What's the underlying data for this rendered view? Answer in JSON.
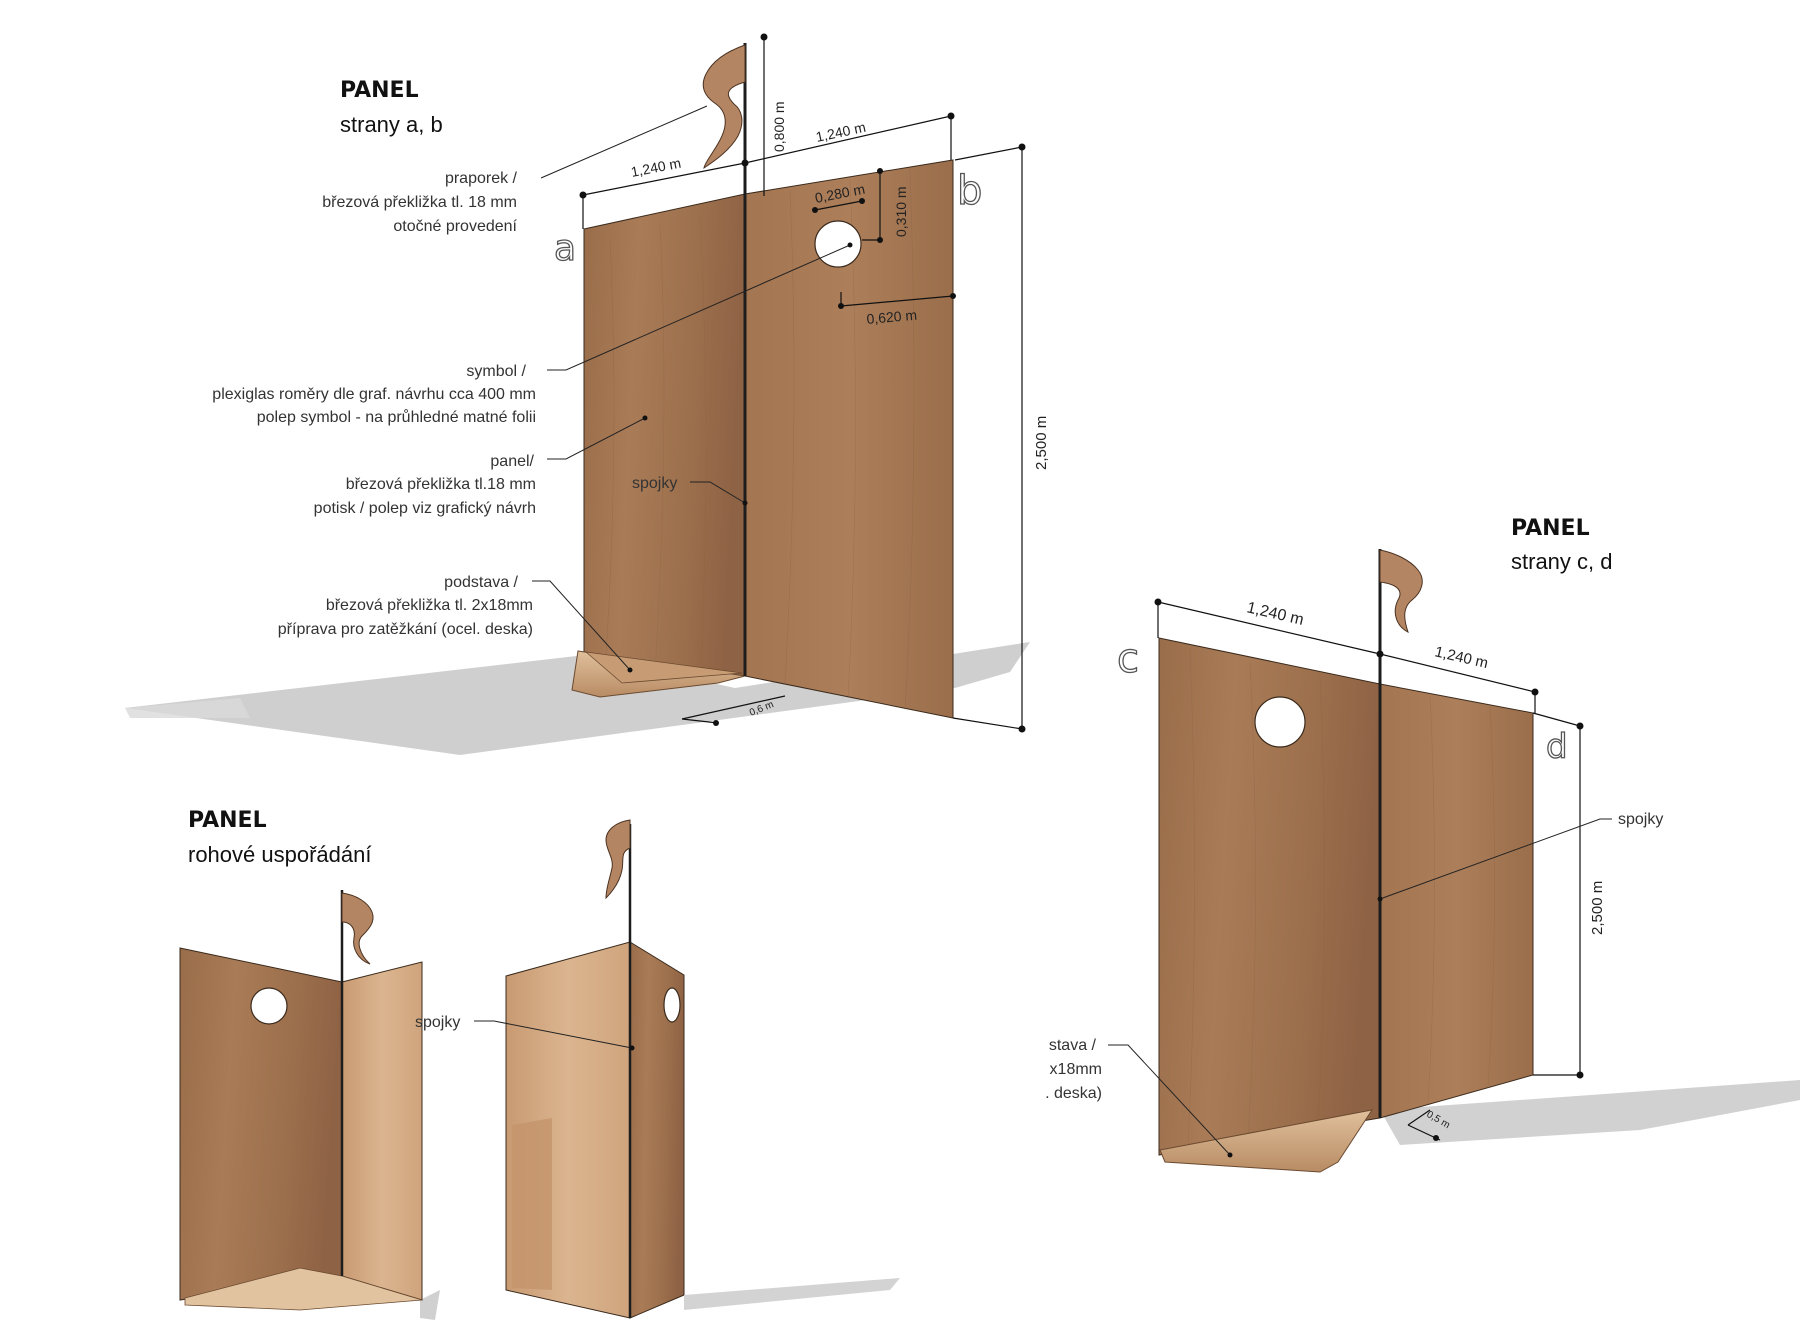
{
  "panel_ab": {
    "title": "PANEL",
    "subtitle": "strany a, b",
    "side_a": "a",
    "side_b": "b",
    "dims": {
      "width_left": "1,240 m",
      "width_right": "1,240 m",
      "flag_height": "0,800 m",
      "hole_w": "0,280 m",
      "hole_h": "0,310 m",
      "hole_offset": "0,620 m",
      "height": "2,500 m",
      "base": "0,6 m"
    },
    "notes": {
      "flag": [
        "praporek /",
        "březová překližka tl. 18 mm",
        "otočné provedení"
      ],
      "symbol": [
        "symbol /",
        "plexiglas roměry dle graf. návrhu cca 400 mm",
        "polep symbol - na průhledné matné folii"
      ],
      "panel": [
        "panel/",
        "březová překližka tl.18 mm",
        "potisk / polep viz grafický návrh"
      ],
      "base": [
        "podstava /",
        "březová překližka tl. 2x18mm",
        "příprava pro zatěžkání (ocel. deska)"
      ],
      "joints": "spojky"
    }
  },
  "panel_cd": {
    "title": "PANEL",
    "subtitle": "strany c, d",
    "side_c": "c",
    "side_d": "d",
    "dims": {
      "width_left": "1,240 m",
      "width_right": "1,240 m",
      "height": "2,500 m",
      "base": "0,5 m"
    },
    "notes": {
      "joints": "spojky",
      "base": [
        "stava /",
        "x18mm",
        ". deska)"
      ]
    }
  },
  "panel_corner": {
    "title": "PANEL",
    "subtitle": "rohové uspořádání",
    "notes": {
      "joints": "spojky"
    }
  },
  "colors": {
    "wood": "#a87a56",
    "wood_dark": "#8f6445",
    "wood_light": "#d7b08c",
    "shadow": "#c4c4c4"
  }
}
